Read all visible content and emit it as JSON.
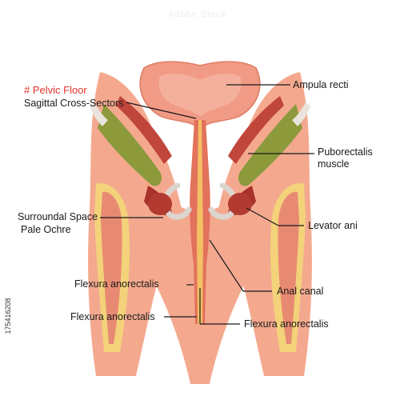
{
  "diagram": {
    "title": "# Pelvic Floor",
    "subtitle": "Sagittal Cross-Sectors",
    "labels": {
      "ampula_recti": "Ampula recti",
      "puborectalis_line1": "Puborectalis",
      "puborectalis_line2": "muscle",
      "levator_ani": "Levator ani",
      "surroundal_line1": "Surroundal Space",
      "surroundal_line2": "Pale Ochre",
      "flexura_1": "Flexura anorectalis",
      "anal_canal": "Anal canal",
      "flexura_2": "Flexura anorectalis",
      "flexura_3": "Flexura anorectalis"
    },
    "stock_id": "175416208",
    "watermark": "Adobe Stock"
  },
  "colors": {
    "title": "#e2332d",
    "skin": "#f4a98f",
    "skin_dark": "#e88a72",
    "muscle_red": "#c0453a",
    "muscle_deep": "#a8322b",
    "muscle_green": "#8c9a3c",
    "fat_yellow": "#f3d27a",
    "bone": "#e9e4dc",
    "lines": "#1a1a1a"
  }
}
